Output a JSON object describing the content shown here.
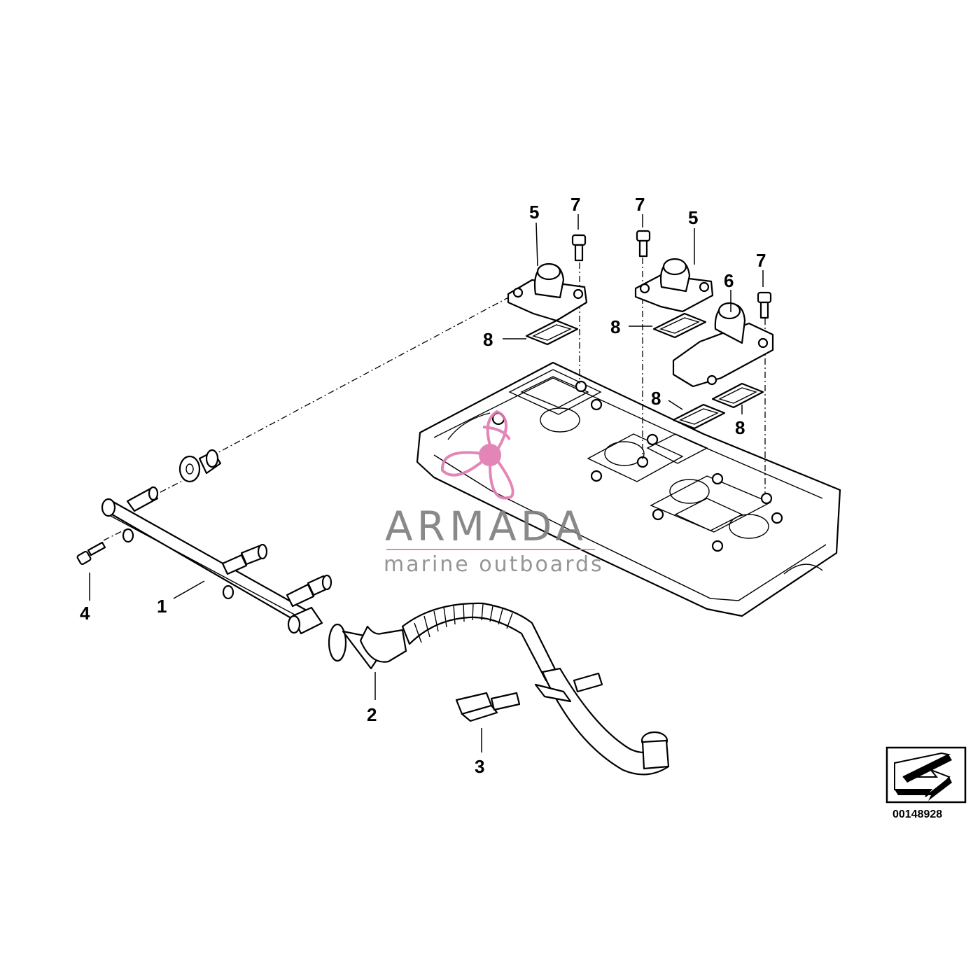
{
  "callouts": {
    "c1": "1",
    "c2": "2",
    "c3": "3",
    "c4": "4",
    "c5a": "5",
    "c5b": "5",
    "c6": "6",
    "c7a": "7",
    "c7b": "7",
    "c7c": "7",
    "c8a": "8",
    "c8b": "8",
    "c8c": "8",
    "c8d": "8"
  },
  "watermark": {
    "title": "ARMADA",
    "subtitle": "marine outboards",
    "accent_color": "#e07ab0",
    "logo_icon": "propeller-anchor-icon"
  },
  "reference": {
    "number": "00148928",
    "icon": "direction-arrow-icon"
  }
}
